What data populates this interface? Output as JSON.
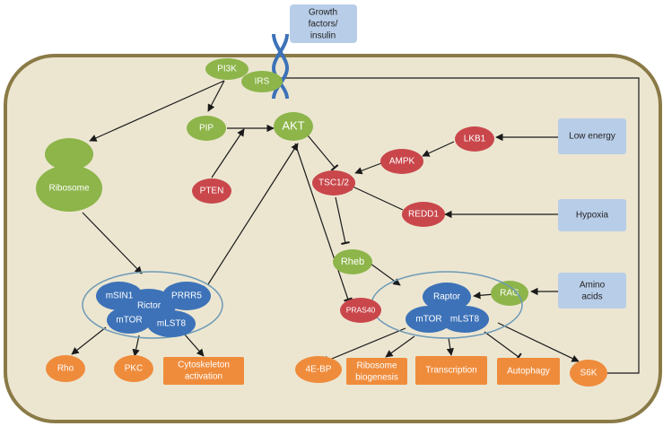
{
  "colors": {
    "cell_fill": "#ece6d1",
    "membrane": "#8a7a46",
    "green": "#8db54a",
    "red": "#c9474b",
    "blue": "#3d72b8",
    "orange": "#ef8c3c",
    "input_box": "#b8cde8",
    "complex_outline": "#6e9ab6"
  },
  "inputs": {
    "growth_factors": [
      "Growth",
      "factors/",
      "insulin"
    ],
    "low_energy": "Low energy",
    "hypoxia": "Hypoxia",
    "amino_acids": [
      "Amino",
      "acids"
    ]
  },
  "nodes": {
    "pi3k": "PI3K",
    "irs": "IRS",
    "pip": "PIP",
    "akt": "AKT",
    "pten": "PTEN",
    "ribosome": "Ribosome",
    "lkb1": "LKB1",
    "ampk": "AMPK",
    "tsc12": "TSC1/2",
    "redd1": "REDD1",
    "rheb": "Rheb",
    "rag": "RAG",
    "pras40": "PRAS40"
  },
  "mtorc2": {
    "msin1": "mSIN1",
    "rictor": "Rictor",
    "prrr5": "PRRR5",
    "mtor": "mTOR",
    "mlst8": "mLST8"
  },
  "mtorc1": {
    "raptor": "Raptor",
    "mtor": "mTOR",
    "mlst8": "mLST8"
  },
  "outputs": {
    "rho": "Rho",
    "pkc": "PKC",
    "cytoskeleton": [
      "Cytoskeleton",
      "activation"
    ],
    "fourebp": "4E-BP",
    "ribosome_biogenesis": [
      "Ribosome",
      "biogenesis"
    ],
    "transcription": "Transcription",
    "autophagy": "Autophagy",
    "s6k": "S6K"
  }
}
